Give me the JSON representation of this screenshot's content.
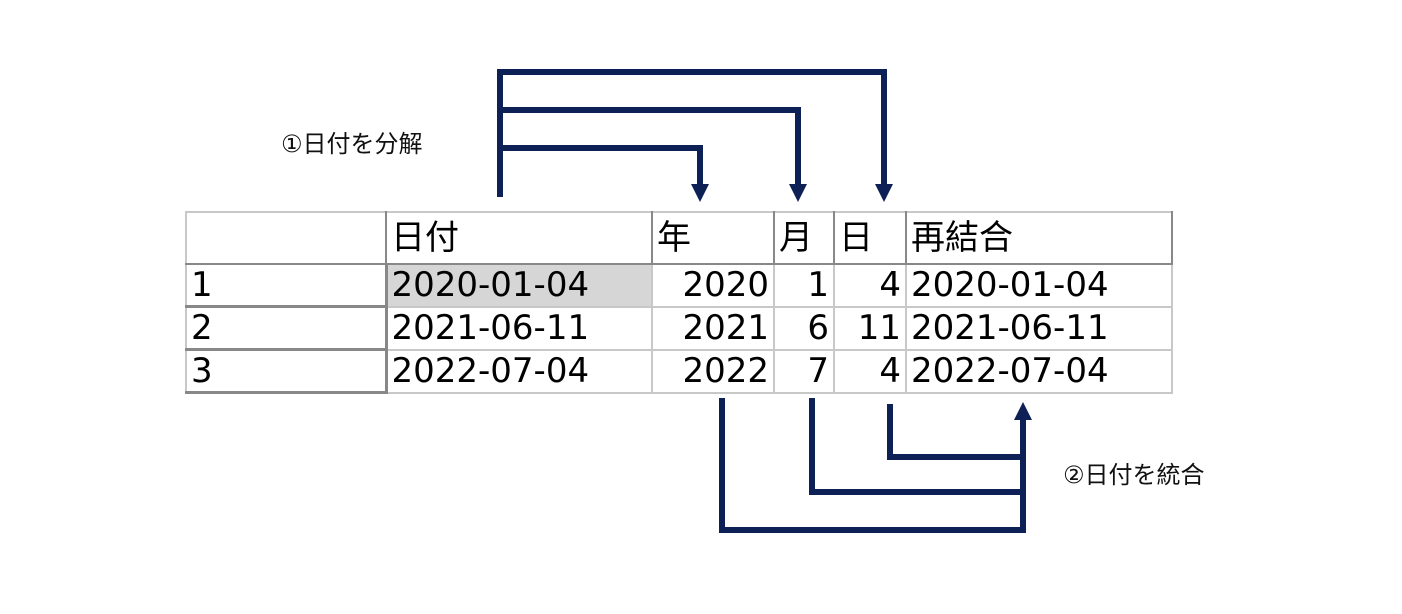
{
  "annotations": {
    "split_label": "①日付を分解",
    "merge_label": "②日付を統合",
    "arrow_color": "#0e2157"
  },
  "table": {
    "headers": [
      "",
      "日付",
      "年",
      "月",
      "日",
      "再結合"
    ],
    "rows": [
      {
        "index": "1",
        "date": "2020-01-04",
        "year": "2020",
        "month": "1",
        "day": "4",
        "merged": "2020-01-04"
      },
      {
        "index": "2",
        "date": "2021-06-11",
        "year": "2021",
        "month": "6",
        "day": "11",
        "merged": "2021-06-11"
      },
      {
        "index": "3",
        "date": "2022-07-04",
        "year": "2022",
        "month": "7",
        "day": "4",
        "merged": "2022-07-04"
      }
    ]
  }
}
